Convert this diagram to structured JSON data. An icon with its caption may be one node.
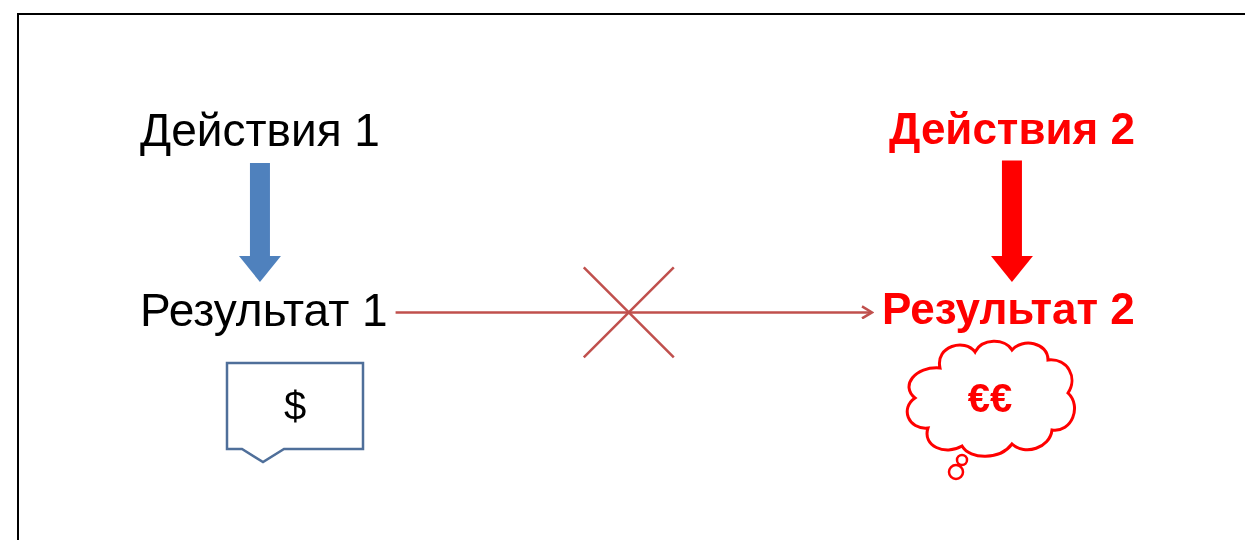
{
  "diagram": {
    "nodes": [
      {
        "text": [
          "Действия 1"
        ]
      },
      {
        "text": [
          "Результат 1"
        ]
      },
      {
        "text": [
          "$"
        ]
      },
      {
        "text": [
          "Действия 2"
        ]
      },
      {
        "text": [
          "Результат 2"
        ]
      },
      {
        "text": [
          "€€"
        ]
      }
    ],
    "edges": [
      {
        "from": 0,
        "to": 1,
        "arrow": "to",
        "color": "#4f81bd"
      },
      {
        "from": 3,
        "to": 4,
        "arrow": "to",
        "color": "#ff0000"
      },
      {
        "from": 1,
        "to": 4,
        "arrow": "to",
        "color": "#c0504d"
      }
    ]
  }
}
